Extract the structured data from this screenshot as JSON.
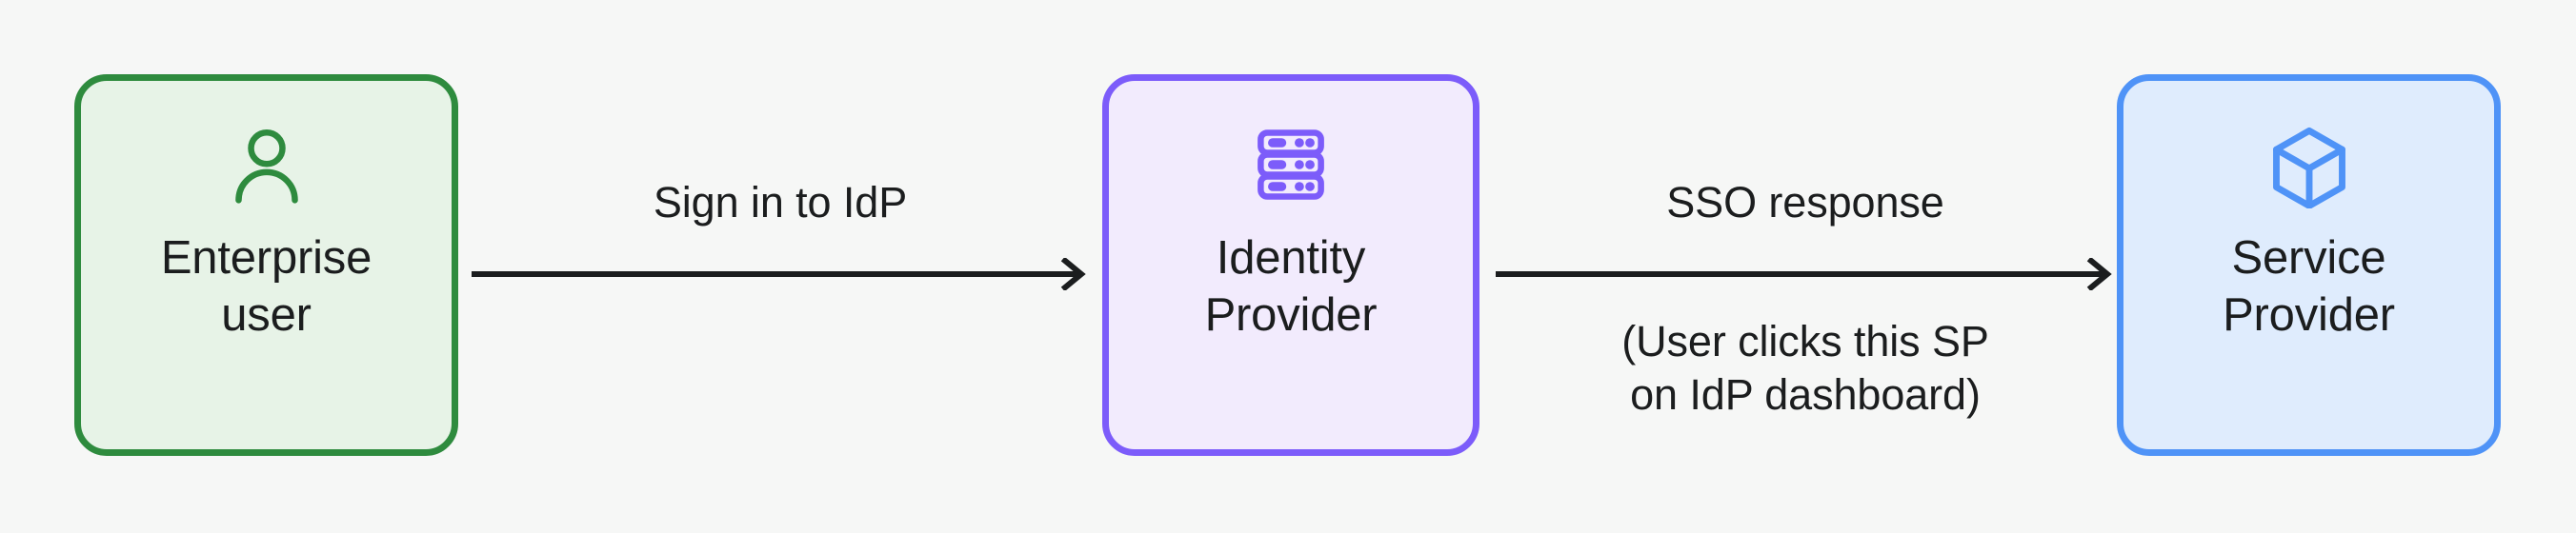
{
  "diagram": {
    "type": "flow",
    "background_color": "#f6f7f6",
    "text_color": "#1b1d1e"
  },
  "nodes": [
    {
      "id": "enterprise-user",
      "label": "Enterprise\nuser",
      "icon": "person-icon",
      "fill_color": "#e7f3e7",
      "border_color": "#2e8b3e"
    },
    {
      "id": "identity-provider",
      "label": "Identity\nProvider",
      "icon": "server-rack-icon",
      "fill_color": "#f2ebfd",
      "border_color": "#7c5cfa"
    },
    {
      "id": "service-provider",
      "label": "Service\nProvider",
      "icon": "cube-icon",
      "fill_color": "#dfecfd",
      "border_color": "#4f93f7"
    }
  ],
  "edges": [
    {
      "id": "edge-sign-in",
      "from": "enterprise-user",
      "to": "identity-provider",
      "label_above": "Sign in to IdP",
      "label_below": "",
      "arrow": "right-arrow-icon",
      "color": "#1b1d1e"
    },
    {
      "id": "edge-sso-response",
      "from": "identity-provider",
      "to": "service-provider",
      "label_above": "SSO response",
      "label_below": "(User clicks this SP\non IdP dashboard)",
      "arrow": "right-arrow-icon",
      "color": "#1b1d1e"
    }
  ]
}
